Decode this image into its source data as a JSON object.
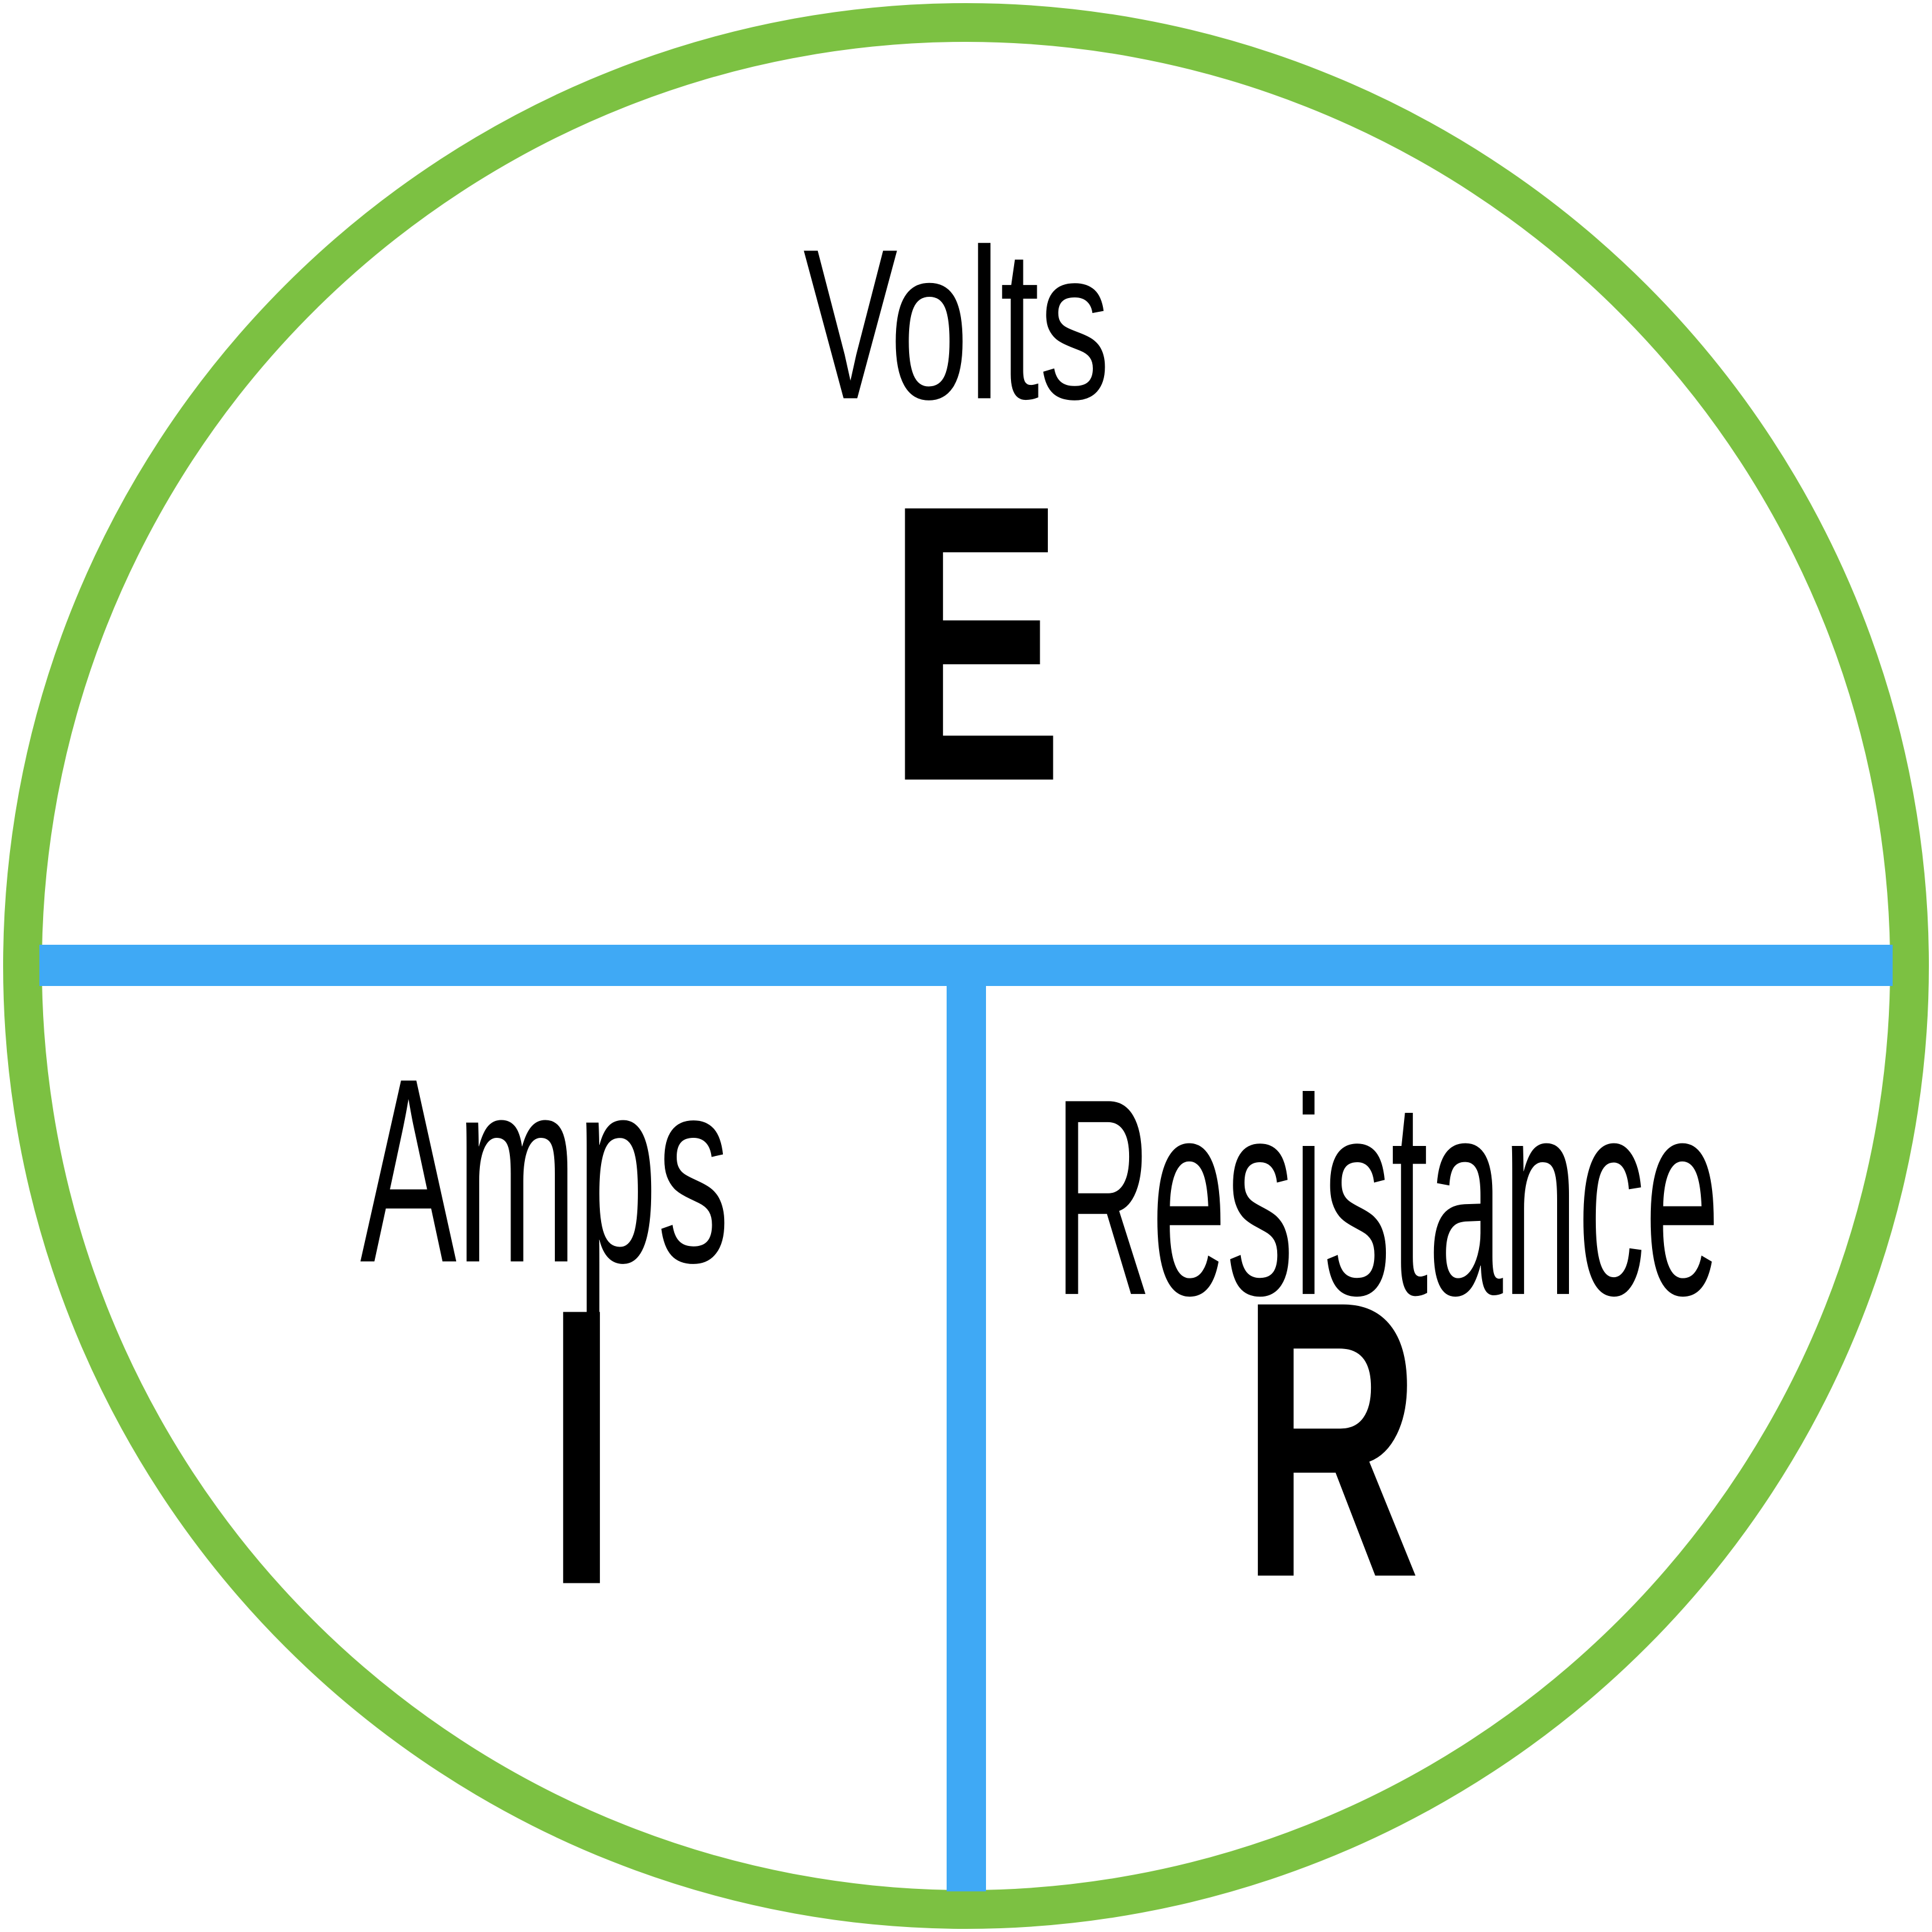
{
  "diagram": {
    "type": "ohms-law-wheel",
    "sections": {
      "volts": {
        "label": "Volts",
        "symbol": "E",
        "position": "top"
      },
      "amps": {
        "label": "Amps",
        "symbol": "I",
        "position": "bottom-left"
      },
      "resistance": {
        "label": "Resistance",
        "symbol": "R",
        "position": "bottom-right"
      }
    },
    "colors": {
      "circle": "#7CC142",
      "dividers": "#3FA9F5",
      "text": "#000000",
      "background": "#FFFFFF"
    }
  }
}
